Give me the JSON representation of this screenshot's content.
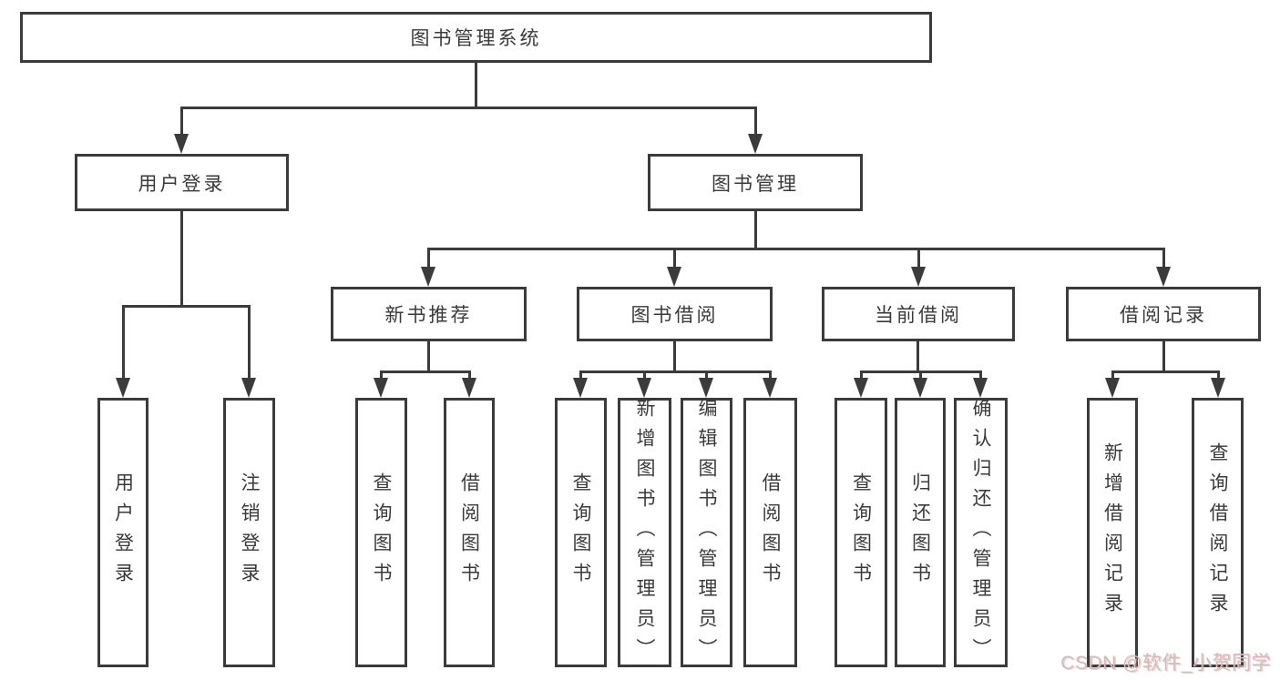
{
  "colors": {
    "line": "#3b3b3b",
    "box_border": "#3b3b3b",
    "text": "#3a3a3a",
    "background": "#ffffff",
    "watermark_gray": "#c9c1c1",
    "watermark_red_tint": "#fa7878"
  },
  "diagram": {
    "type": "hierarchy-tree",
    "root": {
      "label": "图书管理系统"
    },
    "branches": [
      {
        "label": "用户登录",
        "children": [
          {
            "label": "用户登录"
          },
          {
            "label": "注销登录"
          }
        ]
      },
      {
        "label": "图书管理",
        "children": [
          {
            "label": "新书推荐",
            "children": [
              {
                "label": "查询图书"
              },
              {
                "label": "借阅图书"
              }
            ]
          },
          {
            "label": "图书借阅",
            "children": [
              {
                "label": "查询图书"
              },
              {
                "label": "新增图书（管理员）"
              },
              {
                "label": "编辑图书（管理员）"
              },
              {
                "label": "借阅图书"
              }
            ]
          },
          {
            "label": "当前借阅",
            "children": [
              {
                "label": "查询图书"
              },
              {
                "label": "归还图书"
              },
              {
                "label": "确认归还（管理员）"
              }
            ]
          },
          {
            "label": "借阅记录",
            "children": [
              {
                "label": "新增借阅记录"
              },
              {
                "label": "查询借阅记录"
              }
            ]
          }
        ]
      }
    ]
  },
  "watermark": {
    "text": "CSDN @软件_小贺同学"
  }
}
